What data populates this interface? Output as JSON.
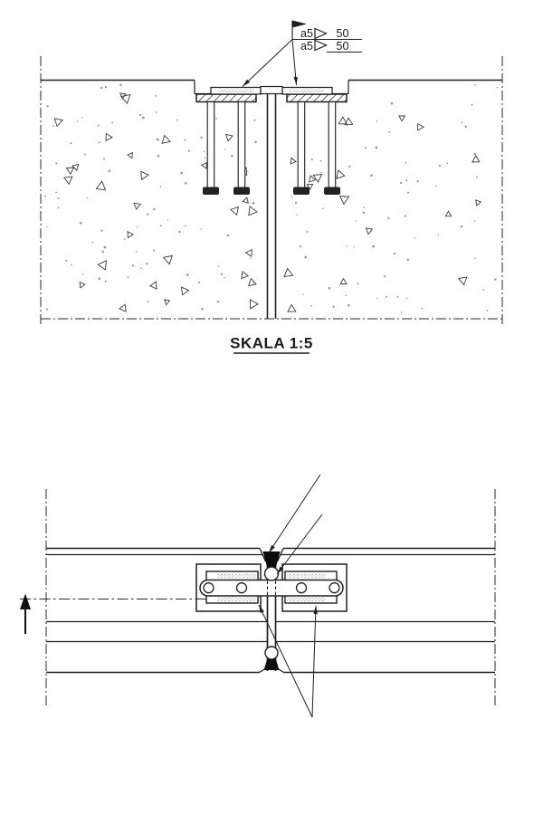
{
  "section_view": {
    "scale_label": "SKALA 1:5",
    "weld_symbol": {
      "above_size": "a5",
      "above_length": "50",
      "below_size": "a5",
      "below_length": "50"
    }
  },
  "colors": {
    "line": "#1f1f1f",
    "sealant": "#0d0d0d",
    "background": "#ffffff"
  }
}
